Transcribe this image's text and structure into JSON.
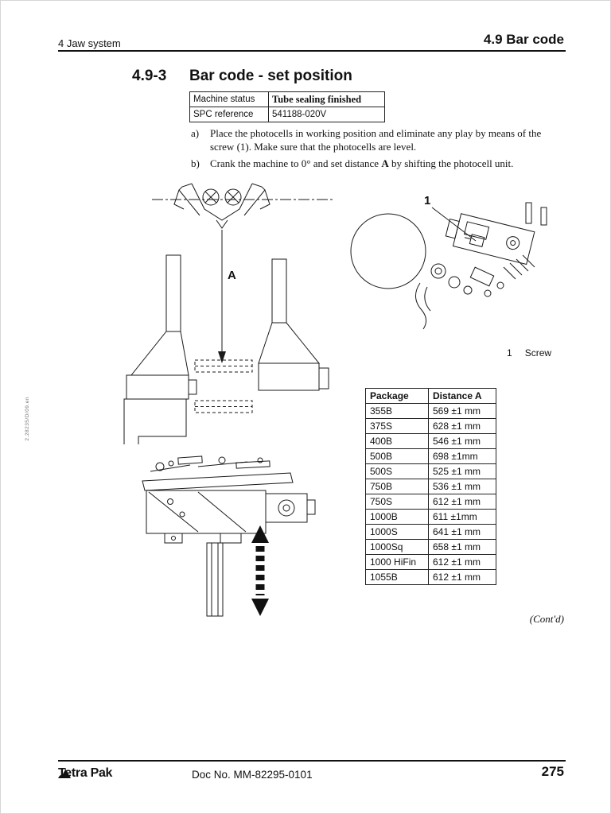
{
  "header": {
    "left": "4 Jaw system",
    "right": "4.9 Bar code"
  },
  "section": {
    "number": "4.9-3",
    "title": "Bar code - set position"
  },
  "status_table": {
    "rows": [
      {
        "label": "Machine status",
        "value": "Tube sealing finished"
      },
      {
        "label": "SPC reference",
        "value": "541188-020V"
      }
    ]
  },
  "steps": {
    "a_marker": "a)",
    "a_text": "Place the photocells in working position and eliminate any play by means of the screw (1). Make sure that the photocells are level.",
    "b_marker": "b)",
    "b_pre": "Crank the machine to 0° and set distance ",
    "b_bold": "A",
    "b_post": " by shifting the photocell unit."
  },
  "diagram": {
    "distance_label": "A",
    "screw_callout": "1",
    "caption_number": "1",
    "caption_text": "Screw"
  },
  "package_table": {
    "headers": {
      "package": "Package",
      "distance": "Distance A"
    },
    "rows": [
      {
        "package": "355B",
        "distance": "569 ±1 mm"
      },
      {
        "package": "375S",
        "distance": "628 ±1 mm"
      },
      {
        "package": "400B",
        "distance": "546 ±1 mm"
      },
      {
        "package": "500B",
        "distance": "698 ±1mm"
      },
      {
        "package": "500S",
        "distance": "525 ±1 mm"
      },
      {
        "package": "750B",
        "distance": "536 ±1 mm"
      },
      {
        "package": "750S",
        "distance": "612 ±1 mm"
      },
      {
        "package": "1000B",
        "distance": "611 ±1mm"
      },
      {
        "package": "1000S",
        "distance": "641 ±1 mm"
      },
      {
        "package": "1000Sq",
        "distance": "658 ±1 mm"
      },
      {
        "package": "1000 HiFin",
        "distance": "612 ±1 mm"
      },
      {
        "package": "1055B",
        "distance": "612 ±1 mm"
      }
    ]
  },
  "contd": "(Cont'd)",
  "sidebar_code": "2.28235/D/09.en",
  "footer": {
    "brand": "Tetra Pak",
    "doc_no": "Doc No. MM-82295-0101",
    "page_number": "275"
  }
}
